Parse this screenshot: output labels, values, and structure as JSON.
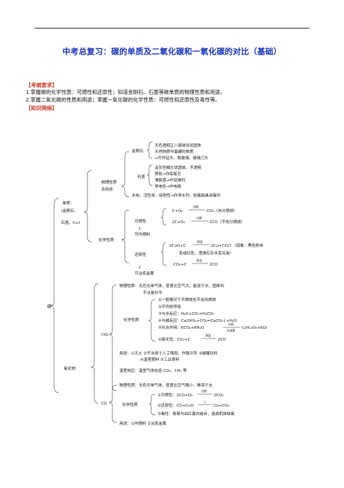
{
  "title": "中考总复习：碳的单质及二氧化碳和一氧化碳的对比（基础）",
  "sections": {
    "requirements_header": "【考纲要求】",
    "requirements": [
      "1.掌握碳的化学性质：可燃性和还原性；知道金刚石、石墨等碳单质的物理性质和用途。",
      "2.掌握二氧化碳的性质和用途；掌握一氧化碳的化学性质：可燃性和还原性及毒性等。"
    ],
    "network_header": "【知识网络】"
  },
  "diagram": {
    "root": "碳",
    "simple": {
      "label": [
        "单质：",
        "(金刚石、",
        "石墨、C₆₀)"
      ]
    },
    "physical": {
      "label": [
        "物理性质",
        "及用途"
      ],
      "diamond": {
        "name": "金刚石",
        "items": [
          "无色透明正八面体形状固体",
          "天然物质中最硬的物质",
          "→可作钻头、裁玻璃、玻璃刀头"
        ]
      },
      "graphite": {
        "name": "石墨",
        "items": [
          "深灰色鳞片状固体，不透明",
          "质软→作铅笔芯",
          "滑腻感→作润滑剂",
          "导电性→作电极"
        ]
      },
      "charcoal": "木炭、活性炭：吸附性→作净水剂、防毒面具滤毒剂"
    },
    "chemical": {
      "label": "化学性质",
      "combustible": {
        "name": "可燃性",
        "eq1": {
          "left": "C+O₂",
          "cond": "点燃",
          "right": "CO₂（充分燃烧）"
        },
        "eq2": {
          "left": "2C+O₂",
          "cond": "点燃",
          "right": "2CO（不充分燃烧）"
        },
        "use": "可作燃料"
      },
      "reducing": {
        "name": "还原性",
        "eq1": {
          "left": "2CuO+C",
          "cond": "高温",
          "right": "2Cu+CO₂↑（现象：黑色粉末"
        },
        "eq1_cont": "变成红色，澄清石灰水变浑浊）",
        "eq2": {
          "left": "CO₂+C",
          "cond": "高温",
          "right": "2CO"
        },
        "use": "可冶炼金属"
      }
    },
    "oxide": {
      "label": "氧化物",
      "co2": {
        "name": "CO₂",
        "physical": [
          "物理性质：无色无味气体，密度比空气大，能溶于水，固体叫",
          "干冰易升华"
        ],
        "chem_label": "化学性质",
        "chem": [
          "①一般情况下不燃烧也不支持燃烧",
          "②不供给呼吸",
          "③与水反应：H₂O+CO₂=H₂CO₃",
          "④与碱反应：Ca(OH)₂+CO₂=CaCO₃↓+H₂O",
          "⑤光合作用：6CO₂+6H₂O",
          "⑥氧化性：CO₂+C"
        ],
        "photo": {
          "cond_top": "光照",
          "cond_bot": "叶绿素",
          "right": "C₆H₁₂O₆+6O₂"
        },
        "oxid": {
          "cond": "高温",
          "right": "2CO"
        },
        "uses": [
          "用途：①灭火  ②干冰用于人工降雨、作致冷剂  ③碳酸饮料",
          "④温室肥料  ⑤工业原料"
        ],
        "greenhouse": "温室效应：温室气体包括 CO₂、CH₄ 等"
      },
      "co": {
        "name": "CO",
        "physical": "物理性质：无色无味气体，密度比空气略小，难溶于水",
        "chem_label": "化学性质",
        "chem": [
          {
            "left": "①可燃性：2CO+O₂",
            "cond": "点燃",
            "right": "2CO₂"
          },
          {
            "left": "②还原性：CO+CuO",
            "cond": "△",
            "right": "Cu+CO₂"
          }
        ],
        "toxic": "③毒性：极易与血红蛋白结合，造成机体缺氧",
        "uses": "用途：①作燃料  ②冶炼金属"
      }
    }
  }
}
